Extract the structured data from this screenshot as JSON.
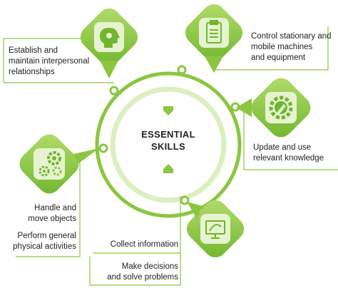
{
  "center": {
    "line1": "ESSENTIAL",
    "line2": "SKILLS"
  },
  "skills": [
    {
      "line1": "Establish and",
      "line2": "maintain interpersonal",
      "line3": "relationships",
      "icon": "head-gear-icon"
    },
    {
      "line1": "Control stationary and",
      "line2": "mobile machines",
      "line3": "and equipment",
      "icon": "clipboard-icon"
    },
    {
      "line1": "Update and use",
      "line2": "relevant knowledge",
      "icon": "wrench-gear-icon"
    },
    {
      "line1": "Handle and",
      "line2": "move objects",
      "icon": "gears-icon"
    },
    {
      "line1": "Perform general",
      "line2": "physical activities"
    },
    {
      "line1": "Collect information",
      "icon": "monitor-icon"
    },
    {
      "line1": "Make decisions",
      "line2": "and solve problems"
    }
  ],
  "colors": {
    "accent": "#8cc63f",
    "light": "#c7e59a",
    "dark": "#5fa82a",
    "tile": "#e6f3d0"
  }
}
